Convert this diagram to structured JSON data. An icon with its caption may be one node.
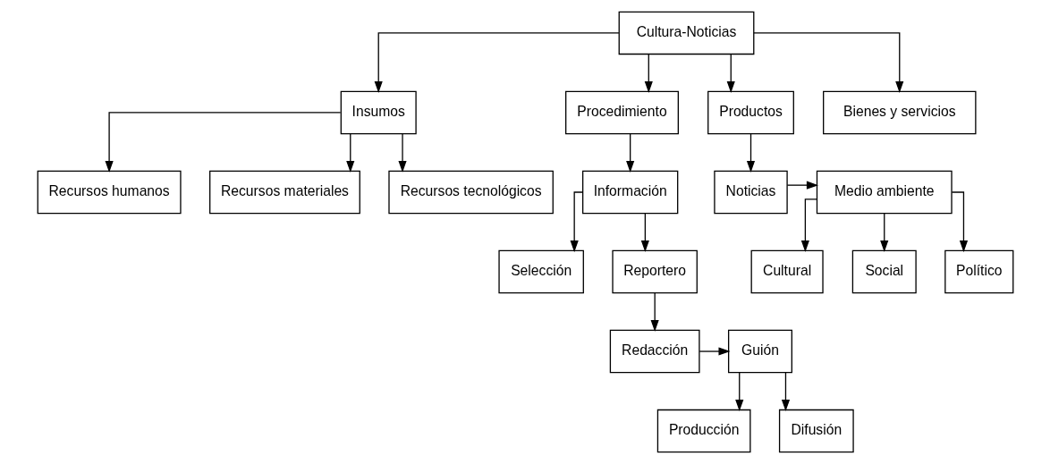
{
  "diagram": {
    "nodes": [
      {
        "text": [
          "Cultura-Noticias"
        ]
      },
      {
        "text": [
          "Insumos"
        ]
      },
      {
        "text": [
          "Procedimiento"
        ]
      },
      {
        "text": [
          "Productos"
        ]
      },
      {
        "text": [
          "Bienes y servicios"
        ]
      },
      {
        "text": [
          "Recursos humanos"
        ]
      },
      {
        "text": [
          "Recursos materiales"
        ]
      },
      {
        "text": [
          "Recursos tecnológicos"
        ]
      },
      {
        "text": [
          "Información"
        ]
      },
      {
        "text": [
          "Noticias"
        ]
      },
      {
        "text": [
          "Medio ambiente"
        ]
      },
      {
        "text": [
          "Selección"
        ]
      },
      {
        "text": [
          "Reportero"
        ]
      },
      {
        "text": [
          "Cultural"
        ]
      },
      {
        "text": [
          "Social"
        ]
      },
      {
        "text": [
          "Político"
        ]
      },
      {
        "text": [
          "Redacción"
        ]
      },
      {
        "text": [
          "Guión"
        ]
      },
      {
        "text": [
          "Producción"
        ]
      },
      {
        "text": [
          "Difusión"
        ]
      }
    ],
    "edges": [
      {
        "from": 0,
        "to": 1,
        "arrow": "to"
      },
      {
        "from": 0,
        "to": 2,
        "arrow": "to"
      },
      {
        "from": 0,
        "to": 3,
        "arrow": "to"
      },
      {
        "from": 0,
        "to": 4,
        "arrow": "to"
      },
      {
        "from": 1,
        "to": 5,
        "arrow": "to"
      },
      {
        "from": 1,
        "to": 6,
        "arrow": "to"
      },
      {
        "from": 1,
        "to": 7,
        "arrow": "to"
      },
      {
        "from": 2,
        "to": 8,
        "arrow": "to"
      },
      {
        "from": 3,
        "to": 9,
        "arrow": "to"
      },
      {
        "from": 9,
        "to": 10,
        "arrow": "to"
      },
      {
        "from": 10,
        "to": 13,
        "arrow": "to"
      },
      {
        "from": 10,
        "to": 14,
        "arrow": "to"
      },
      {
        "from": 10,
        "to": 15,
        "arrow": "to"
      },
      {
        "from": 8,
        "to": 11,
        "arrow": "to"
      },
      {
        "from": 8,
        "to": 12,
        "arrow": "to"
      },
      {
        "from": 12,
        "to": 16,
        "arrow": "to"
      },
      {
        "from": 16,
        "to": 17,
        "arrow": "to"
      },
      {
        "from": 17,
        "to": 18,
        "arrow": "to"
      },
      {
        "from": 17,
        "to": 19,
        "arrow": "to"
      }
    ]
  }
}
